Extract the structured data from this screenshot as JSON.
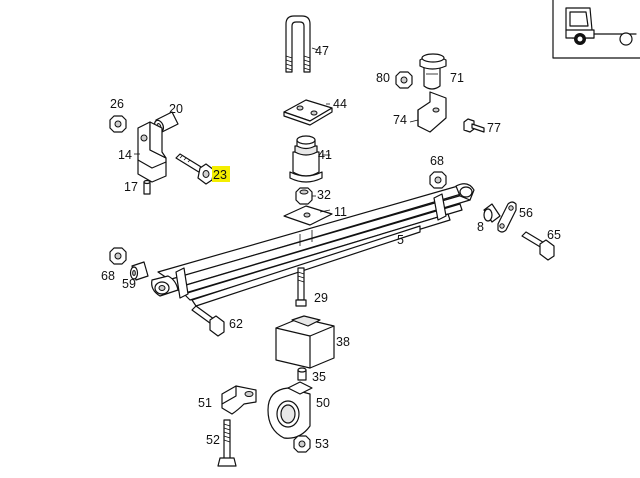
{
  "diagram": {
    "highlight_color": "#f4ee00",
    "selected_part": "23",
    "inset_icon": "truck-side-view-icon",
    "parts": [
      {
        "id": "47",
        "label": "47"
      },
      {
        "id": "44",
        "label": "44"
      },
      {
        "id": "41",
        "label": "41"
      },
      {
        "id": "32",
        "label": "32"
      },
      {
        "id": "11",
        "label": "11"
      },
      {
        "id": "80",
        "label": "80"
      },
      {
        "id": "71",
        "label": "71"
      },
      {
        "id": "74",
        "label": "74"
      },
      {
        "id": "77",
        "label": "77"
      },
      {
        "id": "26",
        "label": "26"
      },
      {
        "id": "20",
        "label": "20"
      },
      {
        "id": "14",
        "label": "14"
      },
      {
        "id": "23",
        "label": "23"
      },
      {
        "id": "17",
        "label": "17"
      },
      {
        "id": "68a",
        "label": "68"
      },
      {
        "id": "68b",
        "label": "68"
      },
      {
        "id": "8",
        "label": "8"
      },
      {
        "id": "56",
        "label": "56"
      },
      {
        "id": "65",
        "label": "65"
      },
      {
        "id": "5",
        "label": "5"
      },
      {
        "id": "59",
        "label": "59"
      },
      {
        "id": "29",
        "label": "29"
      },
      {
        "id": "62",
        "label": "62"
      },
      {
        "id": "38",
        "label": "38"
      },
      {
        "id": "35",
        "label": "35"
      },
      {
        "id": "51",
        "label": "51"
      },
      {
        "id": "50",
        "label": "50"
      },
      {
        "id": "52",
        "label": "52"
      },
      {
        "id": "53",
        "label": "53"
      }
    ]
  }
}
